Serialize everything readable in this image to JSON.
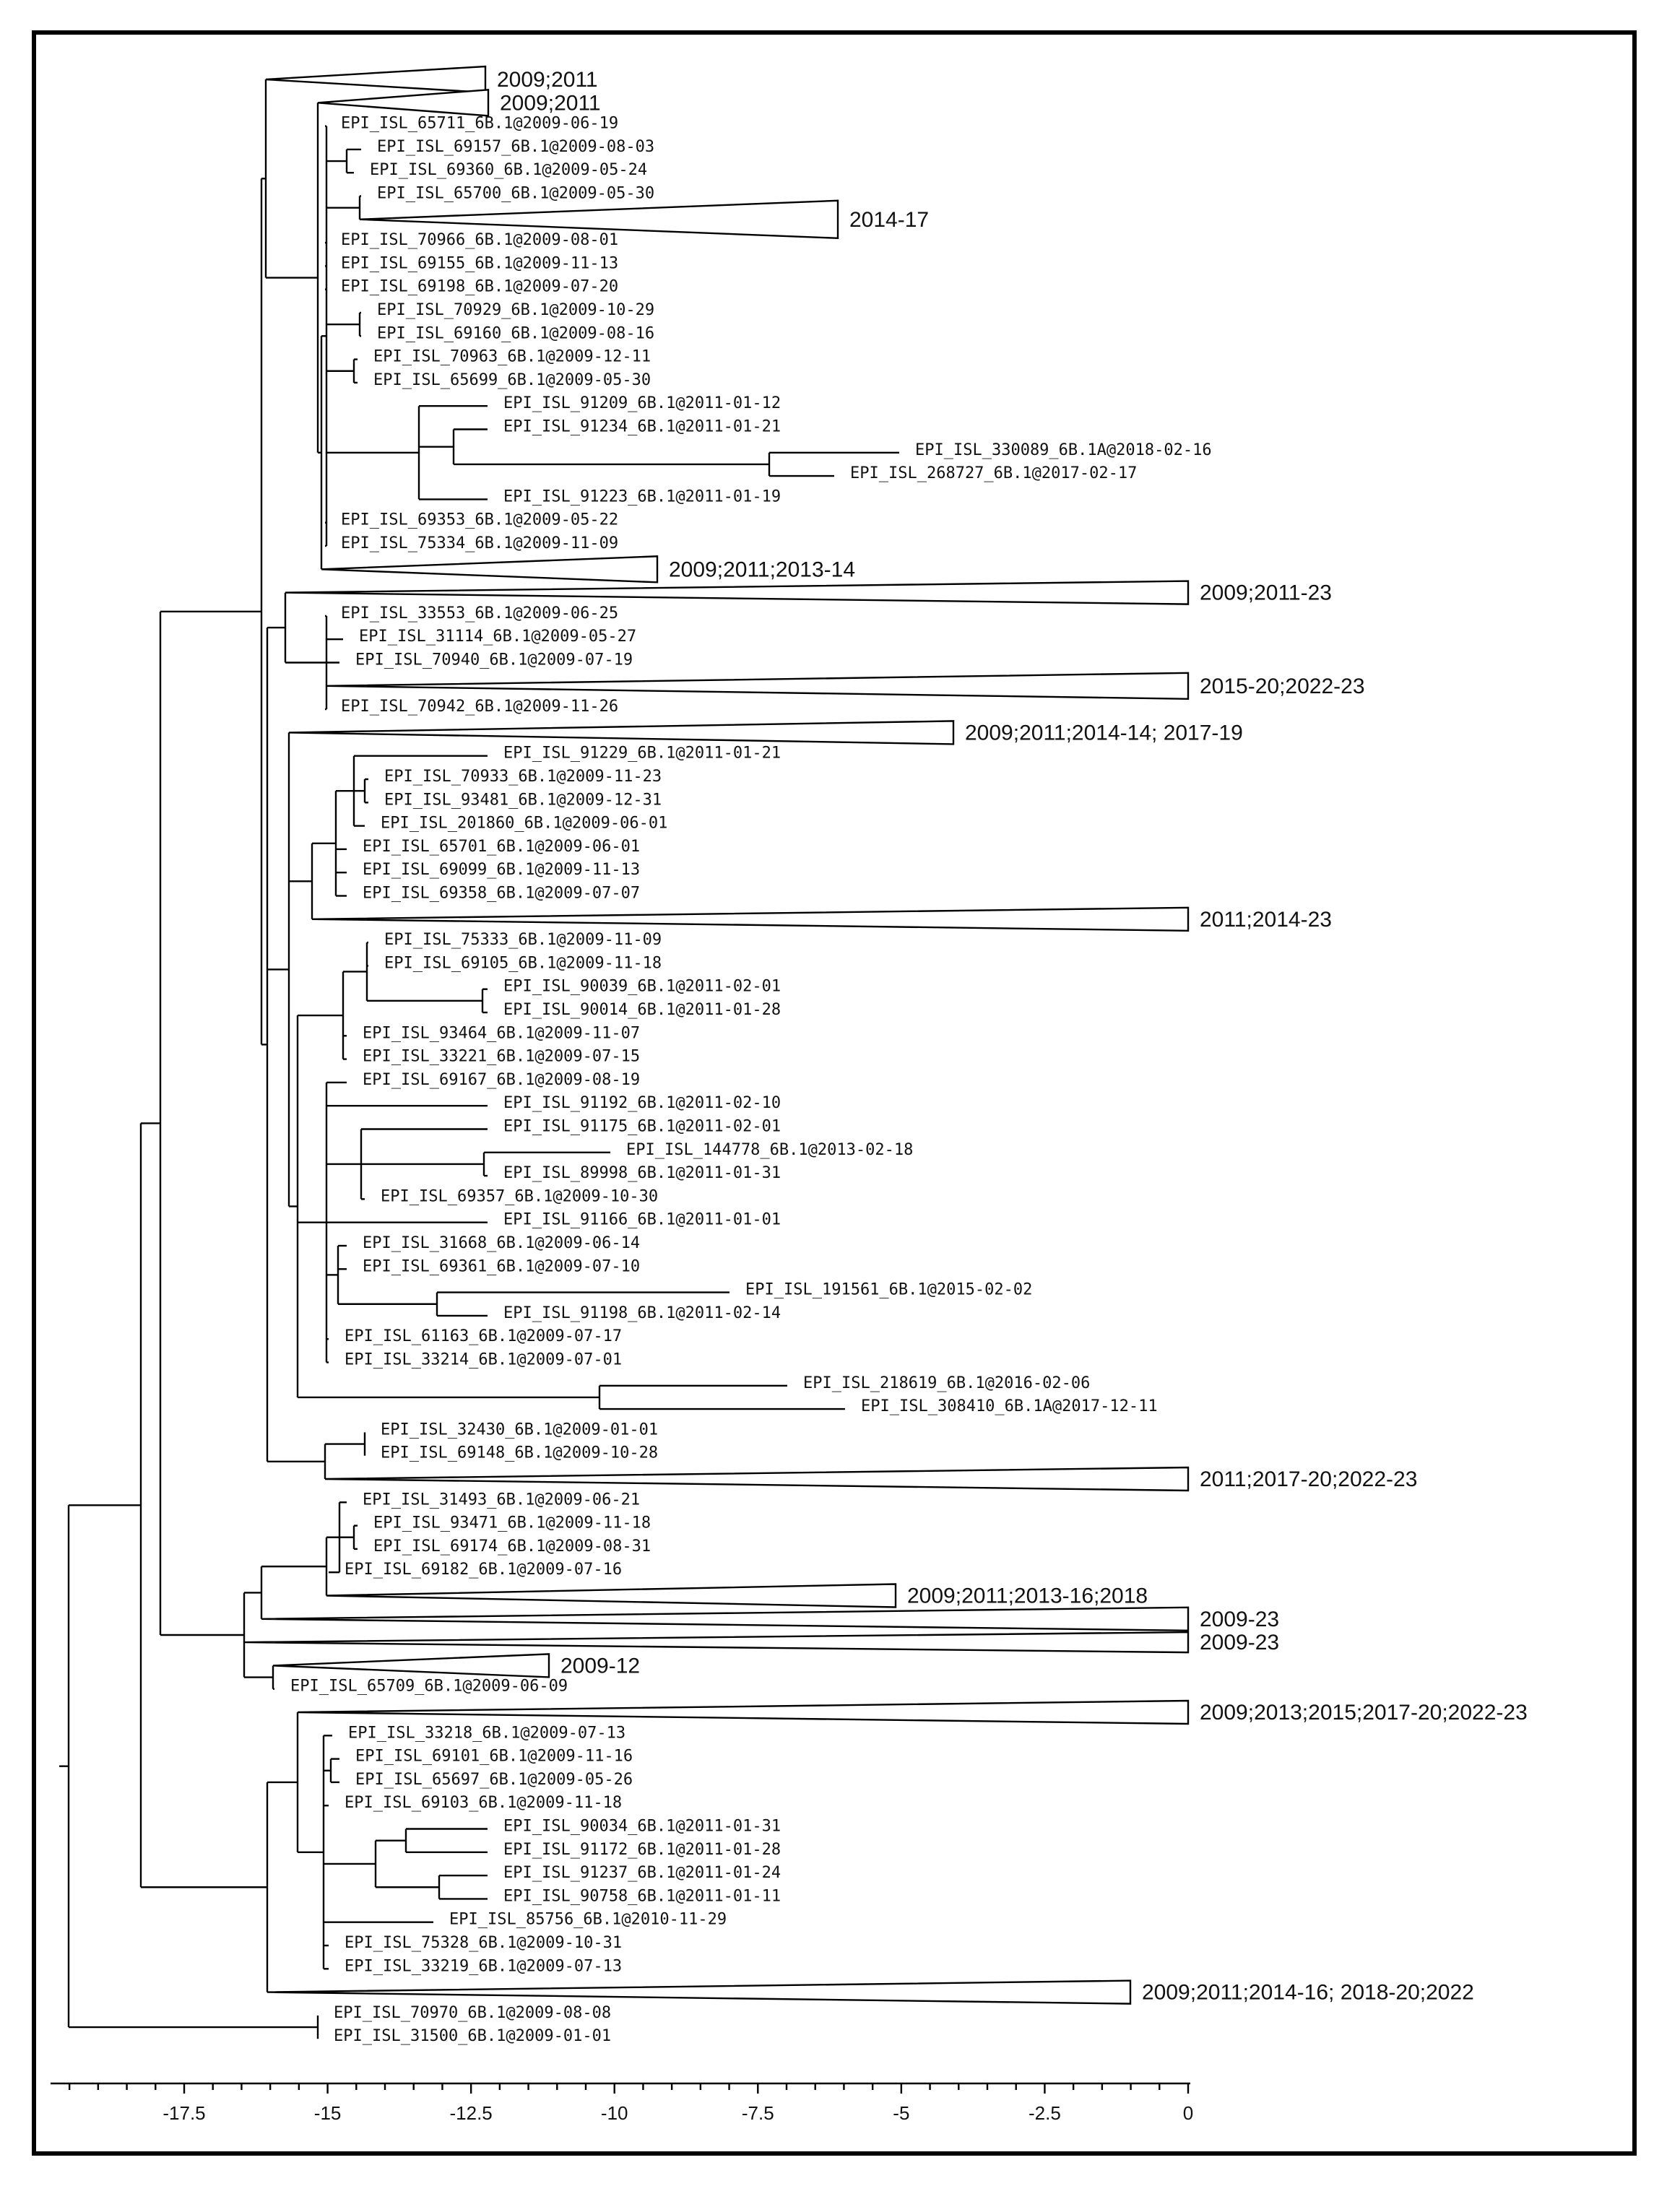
{
  "tree": {
    "leaves": [
      {
        "id": "c1",
        "label": "2009;2011",
        "collapsed": true
      },
      {
        "id": "c2",
        "label": "2009;2011",
        "collapsed": true
      },
      {
        "id": "l3",
        "label": "EPI_ISL_65711_6B.1@2009-06-19"
      },
      {
        "id": "l4",
        "label": "EPI_ISL_69157_6B.1@2009-08-03"
      },
      {
        "id": "l5",
        "label": "EPI_ISL_69360_6B.1@2009-05-24"
      },
      {
        "id": "l6",
        "label": "EPI_ISL_65700_6B.1@2009-05-30"
      },
      {
        "id": "c7",
        "label": "2014-17",
        "collapsed": true
      },
      {
        "id": "l8",
        "label": "EPI_ISL_70966_6B.1@2009-08-01"
      },
      {
        "id": "l9",
        "label": "EPI_ISL_69155_6B.1@2009-11-13"
      },
      {
        "id": "l10",
        "label": "EPI_ISL_69198_6B.1@2009-07-20"
      },
      {
        "id": "l11",
        "label": "EPI_ISL_70929_6B.1@2009-10-29"
      },
      {
        "id": "l12",
        "label": "EPI_ISL_69160_6B.1@2009-08-16"
      },
      {
        "id": "l13",
        "label": "EPI_ISL_70963_6B.1@2009-12-11"
      },
      {
        "id": "l14",
        "label": "EPI_ISL_65699_6B.1@2009-05-30"
      },
      {
        "id": "l15",
        "label": "EPI_ISL_91209_6B.1@2011-01-12"
      },
      {
        "id": "l16",
        "label": "EPI_ISL_91234_6B.1@2011-01-21"
      },
      {
        "id": "l17",
        "label": "EPI_ISL_330089_6B.1A@2018-02-16"
      },
      {
        "id": "l18",
        "label": "EPI_ISL_268727_6B.1@2017-02-17"
      },
      {
        "id": "l19",
        "label": "EPI_ISL_91223_6B.1@2011-01-19"
      },
      {
        "id": "l20",
        "label": "EPI_ISL_69353_6B.1@2009-05-22"
      },
      {
        "id": "l21",
        "label": "EPI_ISL_75334_6B.1@2009-11-09"
      },
      {
        "id": "c22",
        "label": "2009;2011;2013-14",
        "collapsed": true
      },
      {
        "id": "c23",
        "label": "2009;2011-23",
        "collapsed": true
      },
      {
        "id": "l24",
        "label": "EPI_ISL_33553_6B.1@2009-06-25"
      },
      {
        "id": "l25",
        "label": "EPI_ISL_31114_6B.1@2009-05-27"
      },
      {
        "id": "l26",
        "label": "EPI_ISL_70940_6B.1@2009-07-19"
      },
      {
        "id": "c27",
        "label": "2015-20;2022-23",
        "collapsed": true
      },
      {
        "id": "l28",
        "label": "EPI_ISL_70942_6B.1@2009-11-26"
      },
      {
        "id": "c29",
        "label": "2009;2011;2014-14; 2017-19",
        "collapsed": true
      },
      {
        "id": "l30",
        "label": "EPI_ISL_91229_6B.1@2011-01-21"
      },
      {
        "id": "l31",
        "label": "EPI_ISL_70933_6B.1@2009-11-23"
      },
      {
        "id": "l32",
        "label": "EPI_ISL_93481_6B.1@2009-12-31"
      },
      {
        "id": "l33",
        "label": "EPI_ISL_201860_6B.1@2009-06-01"
      },
      {
        "id": "l34",
        "label": "EPI_ISL_65701_6B.1@2009-06-01"
      },
      {
        "id": "l35",
        "label": "EPI_ISL_69099_6B.1@2009-11-13"
      },
      {
        "id": "l36",
        "label": "EPI_ISL_69358_6B.1@2009-07-07"
      },
      {
        "id": "c37",
        "label": "2011;2014-23",
        "collapsed": true
      },
      {
        "id": "l38",
        "label": "EPI_ISL_75333_6B.1@2009-11-09"
      },
      {
        "id": "l39",
        "label": "EPI_ISL_69105_6B.1@2009-11-18"
      },
      {
        "id": "l40",
        "label": "EPI_ISL_90039_6B.1@2011-02-01"
      },
      {
        "id": "l41",
        "label": "EPI_ISL_90014_6B.1@2011-01-28"
      },
      {
        "id": "l42",
        "label": "EPI_ISL_93464_6B.1@2009-11-07"
      },
      {
        "id": "l43",
        "label": "EPI_ISL_33221_6B.1@2009-07-15"
      },
      {
        "id": "l44",
        "label": "EPI_ISL_69167_6B.1@2009-08-19"
      },
      {
        "id": "l45",
        "label": "EPI_ISL_91192_6B.1@2011-02-10"
      },
      {
        "id": "l46",
        "label": "EPI_ISL_91175_6B.1@2011-02-01"
      },
      {
        "id": "l47",
        "label": "EPI_ISL_144778_6B.1@2013-02-18"
      },
      {
        "id": "l48",
        "label": "EPI_ISL_89998_6B.1@2011-01-31"
      },
      {
        "id": "l49",
        "label": "EPI_ISL_69357_6B.1@2009-10-30"
      },
      {
        "id": "l50",
        "label": "EPI_ISL_91166_6B.1@2011-01-01"
      },
      {
        "id": "l51",
        "label": "EPI_ISL_31668_6B.1@2009-06-14"
      },
      {
        "id": "l52",
        "label": "EPI_ISL_69361_6B.1@2009-07-10"
      },
      {
        "id": "l53",
        "label": "EPI_ISL_191561_6B.1@2015-02-02"
      },
      {
        "id": "l54",
        "label": "EPI_ISL_91198_6B.1@2011-02-14"
      },
      {
        "id": "l55",
        "label": "EPI_ISL_61163_6B.1@2009-07-17"
      },
      {
        "id": "l56",
        "label": "EPI_ISL_33214_6B.1@2009-07-01"
      },
      {
        "id": "l57",
        "label": "EPI_ISL_218619_6B.1@2016-02-06"
      },
      {
        "id": "l58",
        "label": "EPI_ISL_308410_6B.1A@2017-12-11"
      },
      {
        "id": "l59",
        "label": "EPI_ISL_32430_6B.1@2009-01-01"
      },
      {
        "id": "l60",
        "label": "EPI_ISL_69148_6B.1@2009-10-28"
      },
      {
        "id": "c61",
        "label": "2011;2017-20;2022-23",
        "collapsed": true
      },
      {
        "id": "l62",
        "label": "EPI_ISL_31493_6B.1@2009-06-21"
      },
      {
        "id": "l63",
        "label": "EPI_ISL_93471_6B.1@2009-11-18"
      },
      {
        "id": "l64",
        "label": "EPI_ISL_69174_6B.1@2009-08-31"
      },
      {
        "id": "l65",
        "label": "EPI_ISL_69182_6B.1@2009-07-16"
      },
      {
        "id": "c66",
        "label": "2009;2011;2013-16;2018",
        "collapsed": true
      },
      {
        "id": "c67",
        "label": "2009-23",
        "collapsed": true
      },
      {
        "id": "c68",
        "label": "2009-23",
        "collapsed": true
      },
      {
        "id": "c69",
        "label": "2009-12",
        "collapsed": true
      },
      {
        "id": "l70",
        "label": "EPI_ISL_65709_6B.1@2009-06-09"
      },
      {
        "id": "c71",
        "label": "2009;2013;2015;2017-20;2022-23",
        "collapsed": true
      },
      {
        "id": "l72",
        "label": "EPI_ISL_33218_6B.1@2009-07-13"
      },
      {
        "id": "l73",
        "label": "EPI_ISL_69101_6B.1@2009-11-16"
      },
      {
        "id": "l74",
        "label": "EPI_ISL_65697_6B.1@2009-05-26"
      },
      {
        "id": "l75",
        "label": "EPI_ISL_69103_6B.1@2009-11-18"
      },
      {
        "id": "l76",
        "label": "EPI_ISL_90034_6B.1@2011-01-31"
      },
      {
        "id": "l77",
        "label": "EPI_ISL_91172_6B.1@2011-01-28"
      },
      {
        "id": "l78",
        "label": "EPI_ISL_91237_6B.1@2011-01-24"
      },
      {
        "id": "l79",
        "label": "EPI_ISL_90758_6B.1@2011-01-11"
      },
      {
        "id": "l80",
        "label": "EPI_ISL_85756_6B.1@2010-11-29"
      },
      {
        "id": "l81",
        "label": "EPI_ISL_75328_6B.1@2009-10-31"
      },
      {
        "id": "l82",
        "label": "EPI_ISL_33219_6B.1@2009-07-13"
      },
      {
        "id": "c83",
        "label": "2009;2011;2014-16; 2018-20;2022",
        "collapsed": true
      },
      {
        "id": "l84",
        "label": "EPI_ISL_70970_6B.1@2009-08-08"
      },
      {
        "id": "l85",
        "label": "EPI_ISL_31500_6B.1@2009-01-01"
      }
    ]
  },
  "axis": {
    "tick_labels": [
      "-17.5",
      "-15",
      "-12.5",
      "-10",
      "-7.5",
      "-5",
      "-2.5",
      "0"
    ]
  }
}
